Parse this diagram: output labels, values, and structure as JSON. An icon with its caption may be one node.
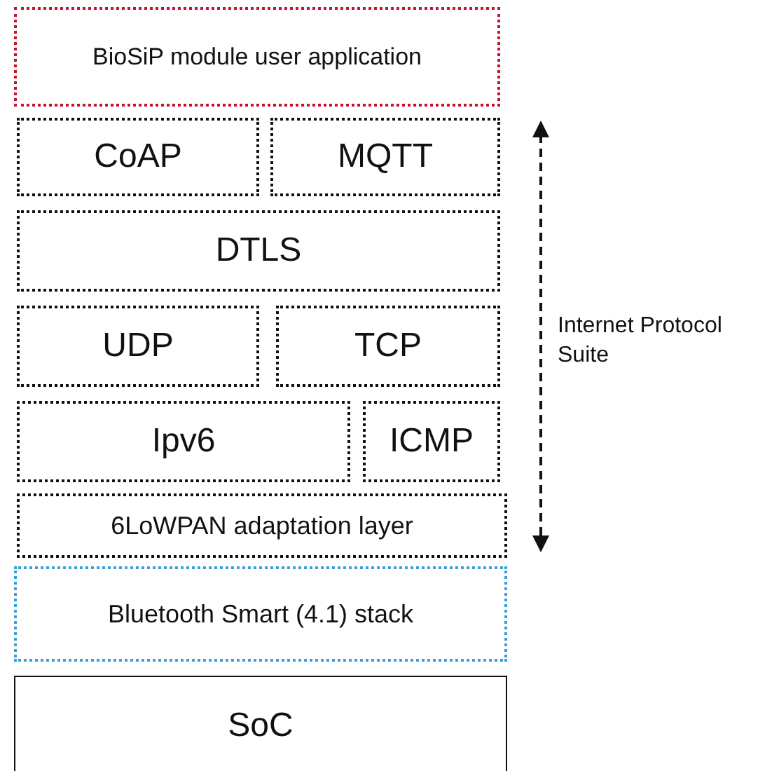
{
  "diagram": {
    "nodes": [
      {
        "text": [
          "BioSiP module user application"
        ]
      },
      {
        "text": [
          "CoAP"
        ]
      },
      {
        "text": [
          "MQTT"
        ]
      },
      {
        "text": [
          "DTLS"
        ]
      },
      {
        "text": [
          "UDP"
        ]
      },
      {
        "text": [
          "TCP"
        ]
      },
      {
        "text": [
          "Ipv6"
        ]
      },
      {
        "text": [
          "ICMP"
        ]
      },
      {
        "text": [
          "6LoWPAN adaptation layer"
        ]
      },
      {
        "text": [
          "Bluetooth Smart (4.1) stack"
        ]
      },
      {
        "text": [
          "SoC"
        ]
      }
    ],
    "labels": [
      "Internet Protocol Suite"
    ]
  }
}
